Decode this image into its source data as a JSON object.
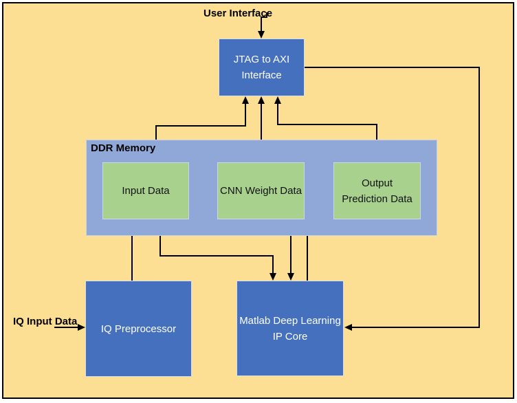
{
  "labels": {
    "user_interface": "User Interface",
    "iq_input_data": "IQ Input Data",
    "ddr_memory": "DDR Memory"
  },
  "nodes": {
    "jtag": {
      "line1": "JTAG to AXI",
      "line2": "Interface"
    },
    "input_data": {
      "label": "Input Data"
    },
    "cnn_weight_data": {
      "label": "CNN Weight Data"
    },
    "output_prediction": {
      "line1": "Output",
      "line2": "Prediction Data"
    },
    "iq_preprocessor": {
      "label": "IQ Preprocessor"
    },
    "matlab_ip_core": {
      "line1": "Matlab Deep Learning",
      "line2": "IP Core"
    }
  },
  "colors": {
    "background": "#FCDF93",
    "block_blue": "#4470BE",
    "ddr_fill": "#8FA8D8",
    "block_green": "#A9D18E",
    "connector": "#000000"
  }
}
